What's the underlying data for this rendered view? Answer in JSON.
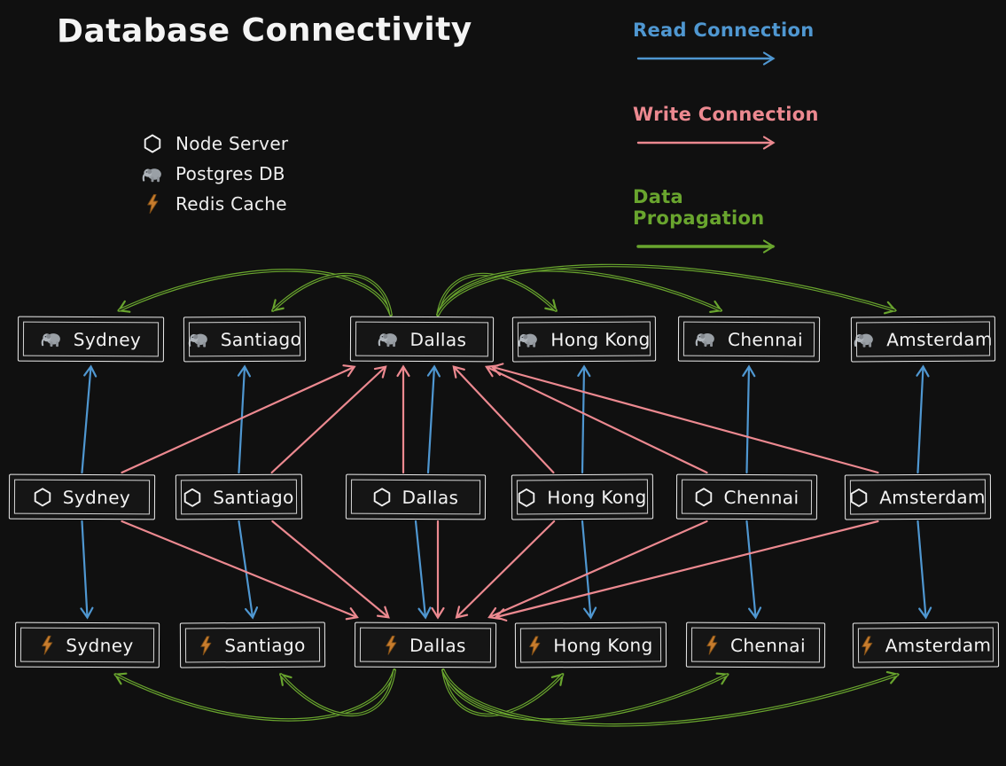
{
  "title": "Database Connectivity",
  "colors": {
    "read": "#4f97d1",
    "write": "#ec8990",
    "propagation": "#69a52e",
    "background": "#101010",
    "box_border": "#ececec",
    "text": "#f2f2f2",
    "bolt_orange": "#c77c2d",
    "elephant_gray": "#9aa0a6"
  },
  "legend": [
    {
      "type": "read",
      "label": "Read Connection"
    },
    {
      "type": "write",
      "label": "Write Connection"
    },
    {
      "type": "propagation",
      "label": "Data Propagation"
    }
  ],
  "key": [
    {
      "icon": "hexagon",
      "label": "Node Server"
    },
    {
      "icon": "elephant",
      "label": "Postgres DB"
    },
    {
      "icon": "bolt",
      "label": "Redis Cache"
    }
  ],
  "cities": [
    "Sydney",
    "Santiago",
    "Dallas",
    "Hong Kong",
    "Chennai",
    "Amsterdam"
  ],
  "rows": [
    {
      "id": "pg",
      "kind": "Postgres DB",
      "icon": "elephant"
    },
    {
      "id": "node",
      "kind": "Node Server",
      "icon": "hexagon"
    },
    {
      "id": "redis",
      "kind": "Redis Cache",
      "icon": "bolt"
    }
  ],
  "edges": {
    "read": [
      [
        "node:sydney",
        "pg:sydney"
      ],
      [
        "node:santiago",
        "pg:santiago"
      ],
      [
        "node:dallas",
        "pg:dallas"
      ],
      [
        "node:hongkong",
        "pg:hongkong"
      ],
      [
        "node:chennai",
        "pg:chennai"
      ],
      [
        "node:amsterdam",
        "pg:amsterdam"
      ],
      [
        "node:sydney",
        "redis:sydney"
      ],
      [
        "node:santiago",
        "redis:santiago"
      ],
      [
        "node:dallas",
        "redis:dallas"
      ],
      [
        "node:hongkong",
        "redis:hongkong"
      ],
      [
        "node:chennai",
        "redis:chennai"
      ],
      [
        "node:amsterdam",
        "redis:amsterdam"
      ]
    ],
    "write": [
      [
        "node:sydney",
        "pg:dallas"
      ],
      [
        "node:santiago",
        "pg:dallas"
      ],
      [
        "node:dallas",
        "pg:dallas"
      ],
      [
        "node:hongkong",
        "pg:dallas"
      ],
      [
        "node:chennai",
        "pg:dallas"
      ],
      [
        "node:amsterdam",
        "pg:dallas"
      ],
      [
        "node:sydney",
        "redis:dallas"
      ],
      [
        "node:santiago",
        "redis:dallas"
      ],
      [
        "node:dallas",
        "redis:dallas"
      ],
      [
        "node:hongkong",
        "redis:dallas"
      ],
      [
        "node:chennai",
        "redis:dallas"
      ],
      [
        "node:amsterdam",
        "redis:dallas"
      ]
    ],
    "propagation": [
      [
        "pg:dallas",
        "pg:sydney"
      ],
      [
        "pg:dallas",
        "pg:santiago"
      ],
      [
        "pg:dallas",
        "pg:hongkong"
      ],
      [
        "pg:dallas",
        "pg:chennai"
      ],
      [
        "pg:dallas",
        "pg:amsterdam"
      ],
      [
        "redis:dallas",
        "redis:sydney"
      ],
      [
        "redis:dallas",
        "redis:santiago"
      ],
      [
        "redis:dallas",
        "redis:hongkong"
      ],
      [
        "redis:dallas",
        "redis:chennai"
      ],
      [
        "redis:dallas",
        "redis:amsterdam"
      ]
    ]
  }
}
